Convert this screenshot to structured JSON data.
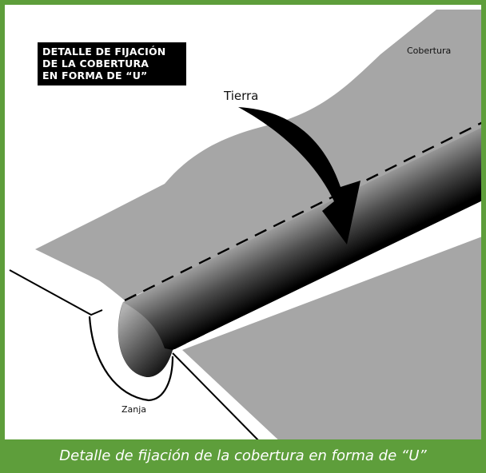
{
  "title_lines": [
    "DETALLE DE FIJACIÓN",
    "DE LA COBERTURA",
    "EN FORMA DE “U”"
  ],
  "labels": {
    "cobertura": "Cobertura",
    "tierra": "Tierra",
    "zanja": "Zanja"
  },
  "caption": "Detalle de fijación de la cobertura en forma de “U”",
  "colors": {
    "frame_green": "#5e9e3b",
    "cover_gray": "#a6a6a6",
    "title_bg": "#000000",
    "ink": "#000000"
  }
}
